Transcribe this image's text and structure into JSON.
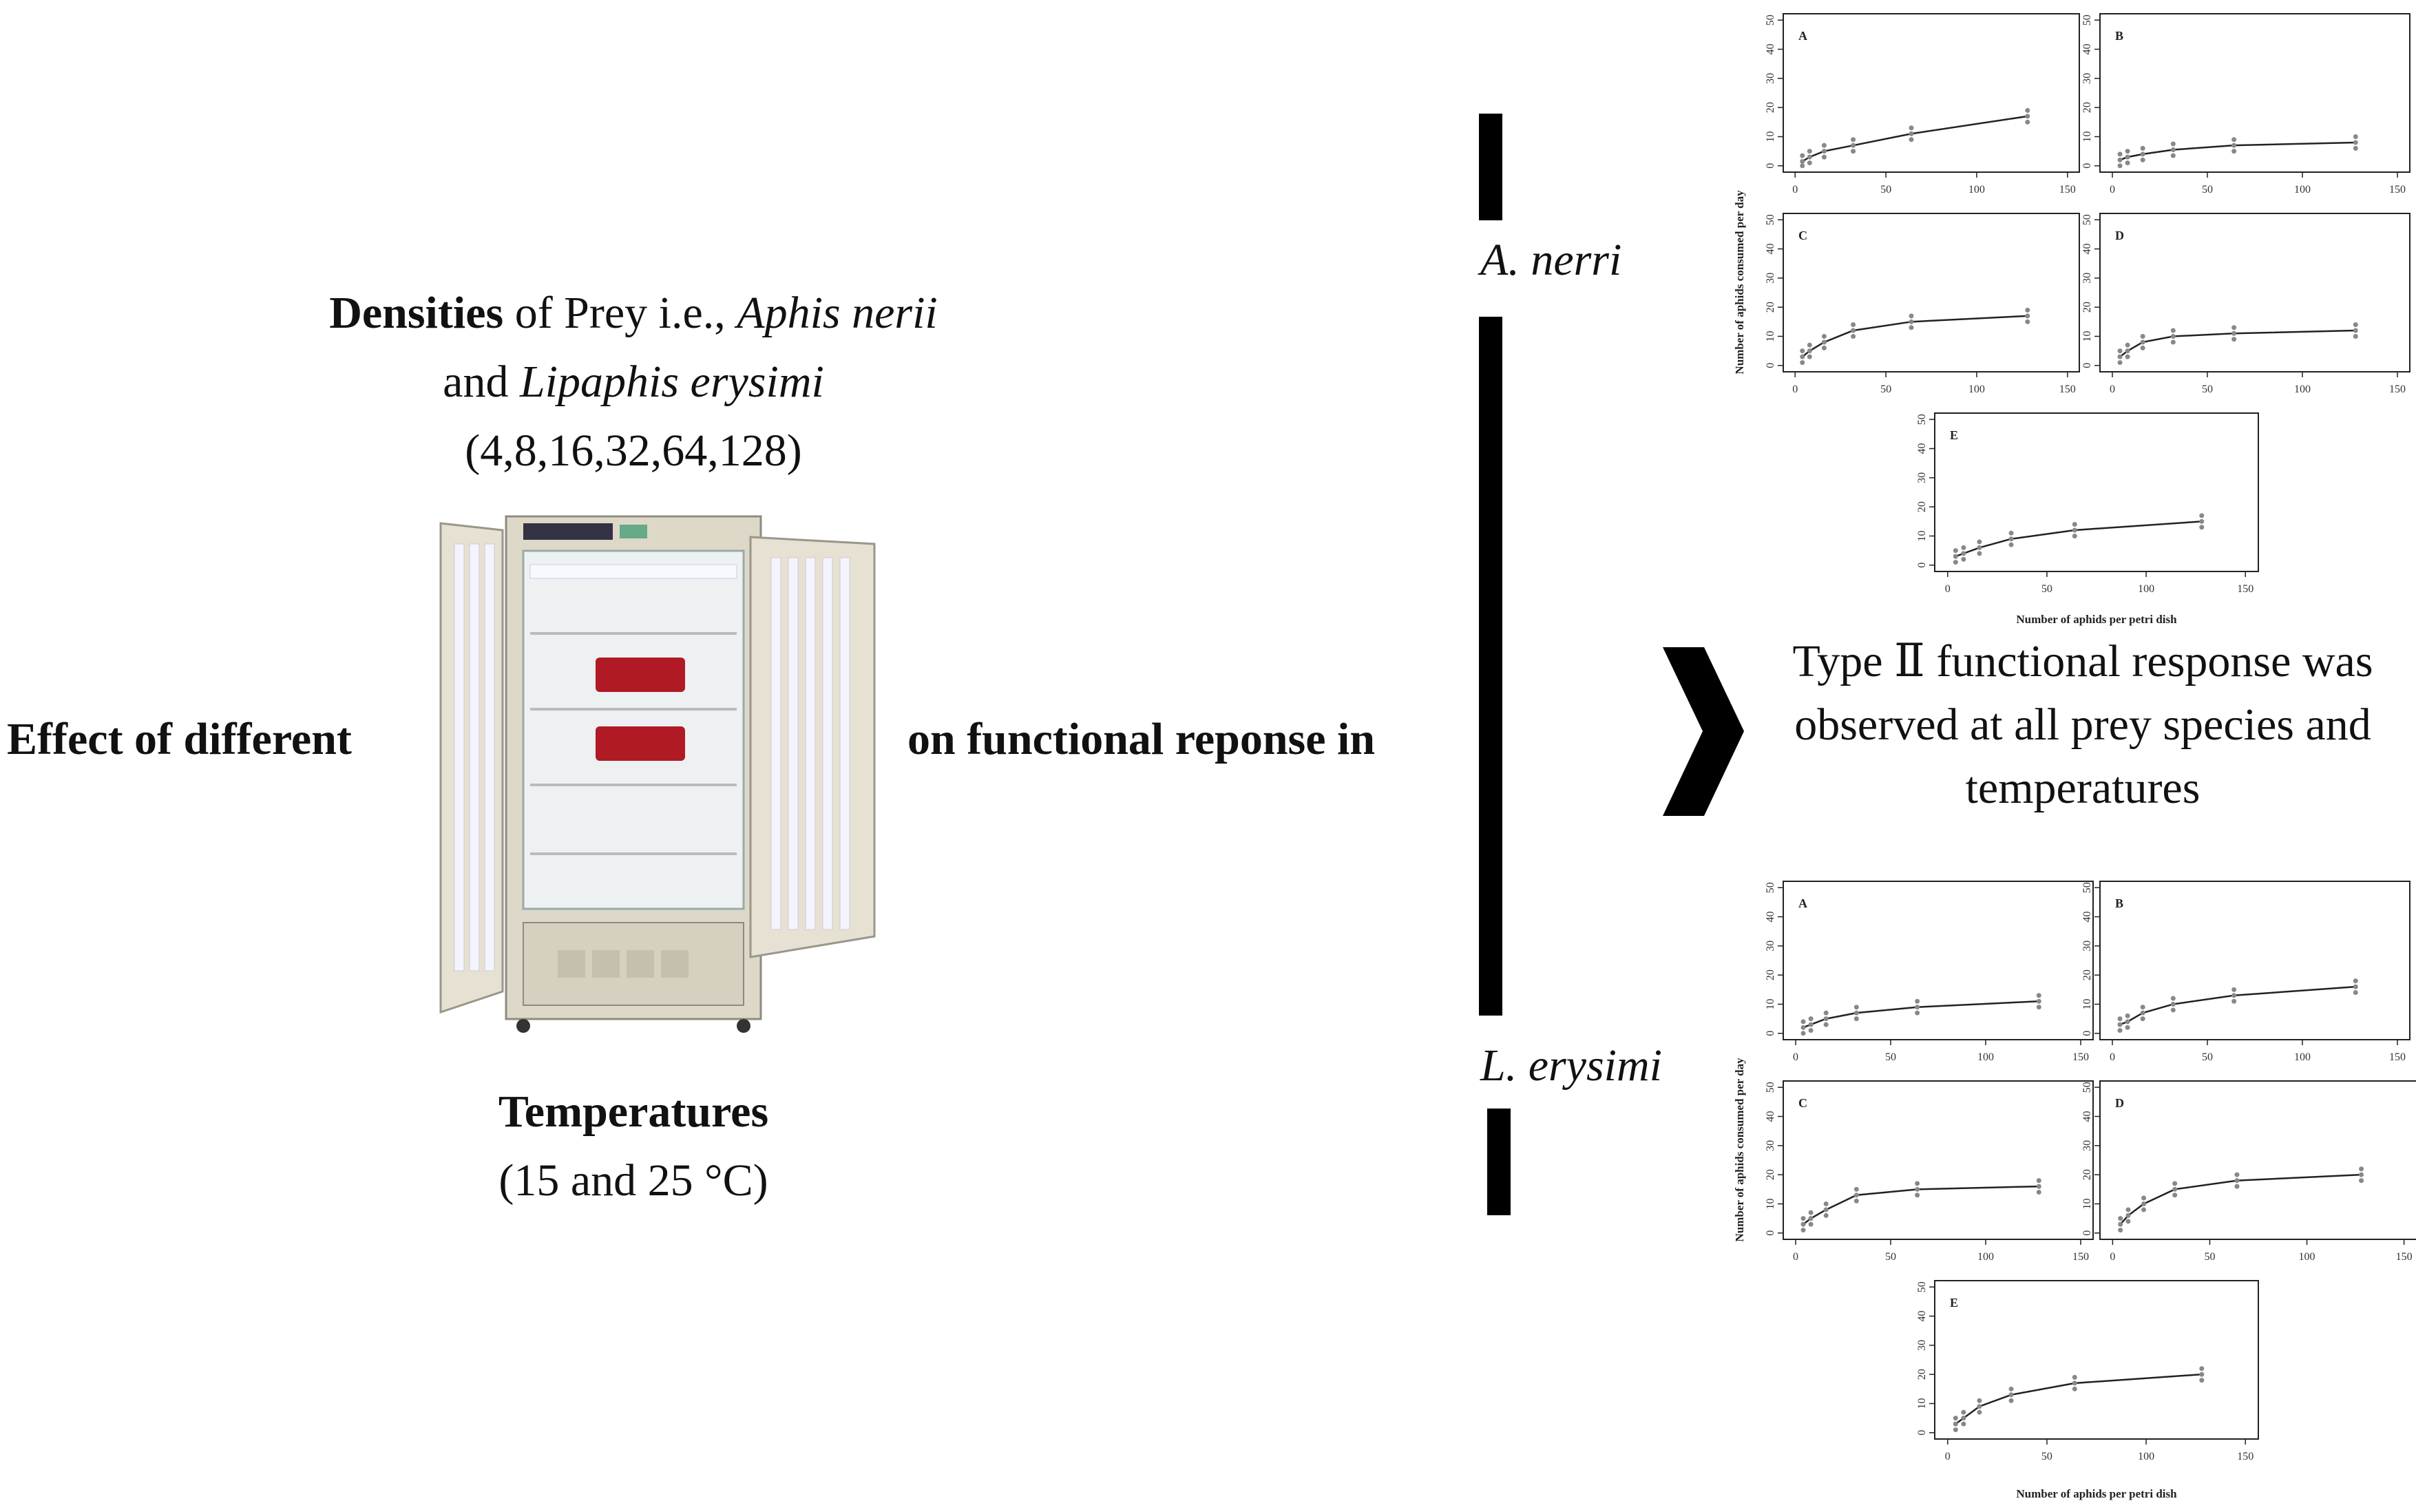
{
  "left": {
    "densities_bold": "Densities",
    "densities_rest": " of Prey i.e., ",
    "prey1": "Aphis nerii",
    "and_word": "and ",
    "prey2": "Lipaphis erysimi",
    "densities_values": "(4,8,16,32,64,128)",
    "effect_text": "Effect of different",
    "on_text": "on functional reponse in",
    "temperatures_title": "Temperatures",
    "temperatures_values": "(15 and 25 °C)"
  },
  "species": {
    "top": "A. nerri",
    "bottom": "L. erysimi"
  },
  "conclusion": {
    "line1": "Type Ⅱ functional response was",
    "line2": "observed at all prey species and",
    "line3": "temperatures"
  },
  "plots_common": {
    "xlabel_top": "Number of aphids per petri dish",
    "xlabel_bottom": "Number of aphids per petri dish",
    "ylabel_top": "Number of aphids consumed per day",
    "ylabel_bottom": "Number of aphids consumed per day",
    "x_ticks": [
      "0",
      "50",
      "100",
      "150"
    ],
    "y_ticks": [
      "0",
      "10",
      "20",
      "30",
      "40",
      "50"
    ]
  },
  "chart_data": [
    {
      "type": "scatter",
      "group": "A. nerri",
      "panel": "A",
      "xlim": [
        0,
        150
      ],
      "ylim": [
        0,
        50
      ],
      "x": [
        4,
        8,
        16,
        32,
        64,
        128
      ],
      "fit": [
        1.5,
        3,
        5,
        7,
        11,
        17
      ]
    },
    {
      "type": "scatter",
      "group": "A. nerri",
      "panel": "B",
      "xlim": [
        0,
        150
      ],
      "ylim": [
        0,
        50
      ],
      "x": [
        4,
        8,
        16,
        32,
        64,
        128
      ],
      "fit": [
        2,
        3,
        4,
        5.5,
        7,
        8
      ]
    },
    {
      "type": "scatter",
      "group": "A. nerri",
      "panel": "C",
      "xlim": [
        0,
        150
      ],
      "ylim": [
        0,
        50
      ],
      "x": [
        4,
        8,
        16,
        32,
        64,
        128
      ],
      "fit": [
        3,
        5,
        8,
        12,
        15,
        17
      ]
    },
    {
      "type": "scatter",
      "group": "A. nerri",
      "panel": "D",
      "xlim": [
        0,
        150
      ],
      "ylim": [
        0,
        50
      ],
      "x": [
        4,
        8,
        16,
        32,
        64,
        128
      ],
      "fit": [
        3,
        5,
        8,
        10,
        11,
        12
      ]
    },
    {
      "type": "scatter",
      "group": "A. nerri",
      "panel": "E",
      "xlim": [
        0,
        150
      ],
      "ylim": [
        0,
        50
      ],
      "x": [
        4,
        8,
        16,
        32,
        64,
        128
      ],
      "fit": [
        3,
        4,
        6,
        9,
        12,
        15
      ]
    },
    {
      "type": "scatter",
      "group": "L. erysimi",
      "panel": "A",
      "xlim": [
        0,
        150
      ],
      "ylim": [
        0,
        50
      ],
      "x": [
        4,
        8,
        16,
        32,
        64,
        128
      ],
      "fit": [
        2,
        3,
        5,
        7,
        9,
        11
      ]
    },
    {
      "type": "scatter",
      "group": "L. erysimi",
      "panel": "B",
      "xlim": [
        0,
        150
      ],
      "ylim": [
        0,
        50
      ],
      "x": [
        4,
        8,
        16,
        32,
        64,
        128
      ],
      "fit": [
        3,
        4,
        7,
        10,
        13,
        16
      ]
    },
    {
      "type": "scatter",
      "group": "L. erysimi",
      "panel": "C",
      "xlim": [
        0,
        150
      ],
      "ylim": [
        0,
        50
      ],
      "x": [
        4,
        8,
        16,
        32,
        64,
        128
      ],
      "fit": [
        3,
        5,
        8,
        13,
        15,
        16
      ]
    },
    {
      "type": "scatter",
      "group": "L. erysimi",
      "panel": "D",
      "xlim": [
        0,
        150
      ],
      "ylim": [
        0,
        50
      ],
      "x": [
        4,
        8,
        16,
        32,
        64,
        128
      ],
      "fit": [
        3,
        6,
        10,
        15,
        18,
        20
      ]
    },
    {
      "type": "scatter",
      "group": "L. erysimi",
      "panel": "E",
      "xlim": [
        0,
        150
      ],
      "ylim": [
        0,
        50
      ],
      "x": [
        4,
        8,
        16,
        32,
        64,
        128
      ],
      "fit": [
        3,
        5,
        9,
        13,
        17,
        20
      ]
    }
  ]
}
